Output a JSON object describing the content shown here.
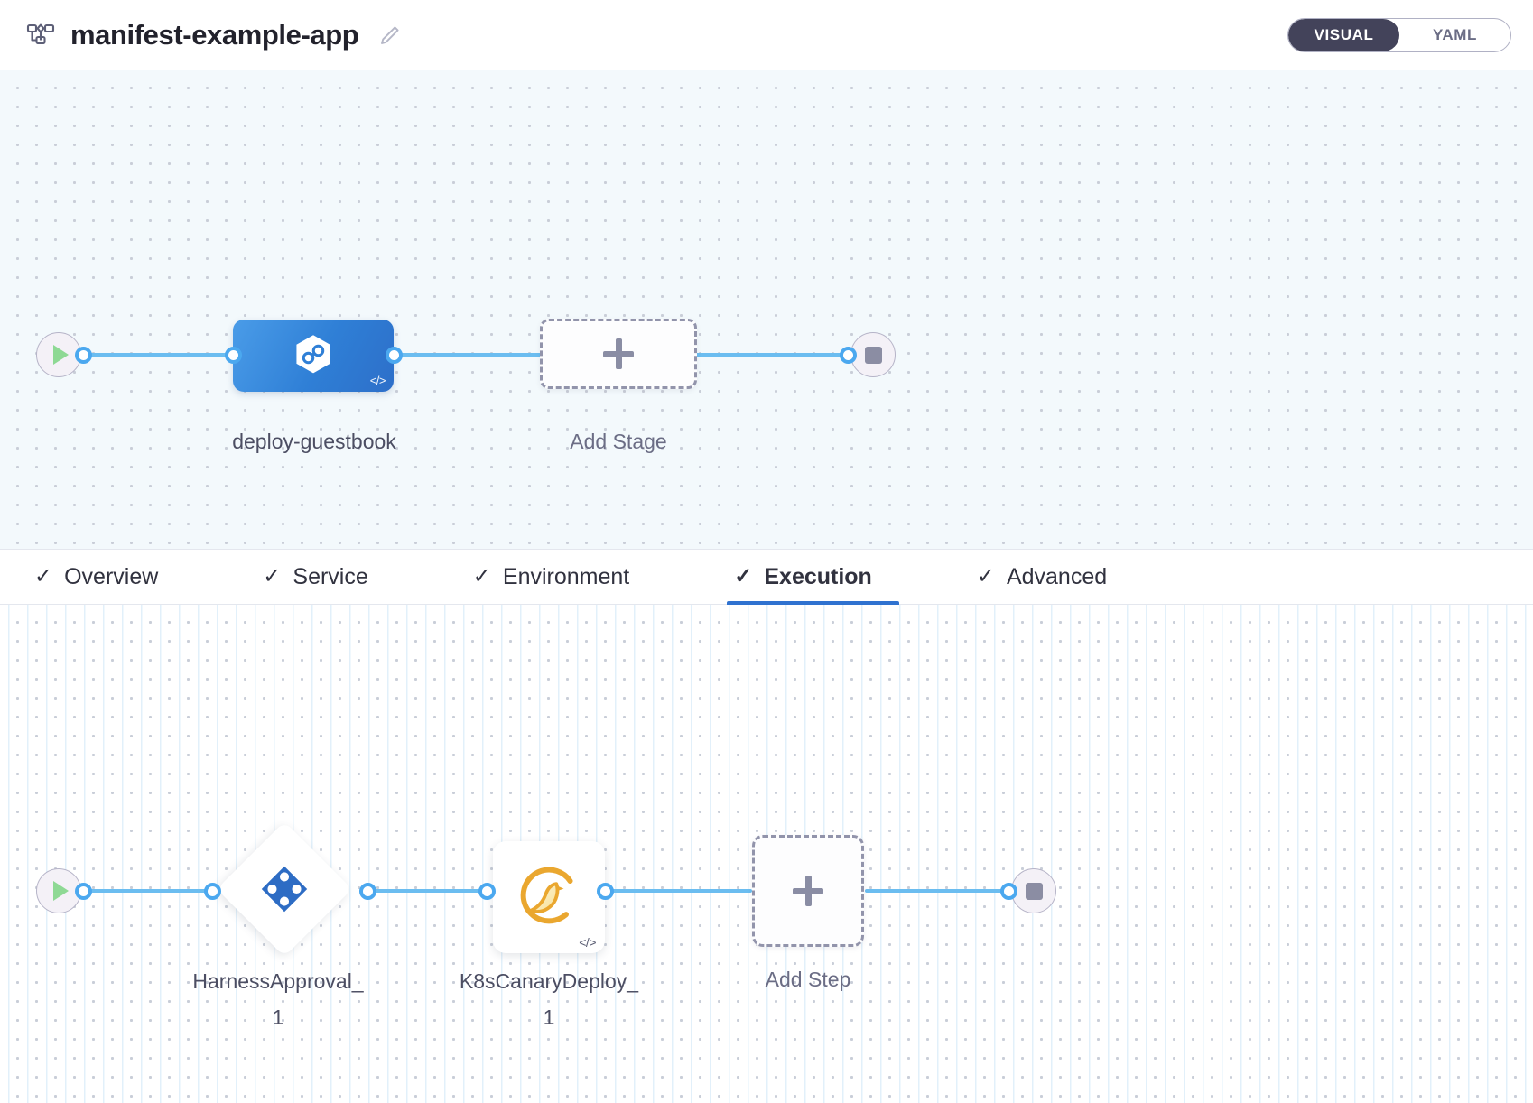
{
  "header": {
    "pipeline_icon": "pipeline-hierarchy-icon",
    "title": "manifest-example-app",
    "edit_icon": "edit-pencil-icon",
    "mode_toggle": {
      "options": [
        {
          "label": "VISUAL",
          "active": true
        },
        {
          "label": "YAML",
          "active": false
        }
      ],
      "active_bg": "#43435a"
    }
  },
  "stage_canvas": {
    "start_node": {
      "name": "pipeline-start",
      "icon": "play-icon"
    },
    "stage": {
      "name": "deploy-guestbook",
      "label": "deploy-guestbook",
      "icon": "harness-cd-hexagon-icon",
      "code_badge": "</>",
      "color": "#2f7fd6"
    },
    "add_stage": {
      "label": "Add Stage",
      "icon": "plus-icon"
    },
    "end_node": {
      "name": "pipeline-end",
      "icon": "stop-icon"
    }
  },
  "tabs": [
    {
      "label": "Overview",
      "checked": true,
      "active": false
    },
    {
      "label": "Service",
      "checked": true,
      "active": false
    },
    {
      "label": "Environment",
      "checked": true,
      "active": false
    },
    {
      "label": "Execution",
      "checked": true,
      "active": true
    },
    {
      "label": "Advanced",
      "checked": true,
      "active": false
    }
  ],
  "execution_canvas": {
    "start_node": {
      "name": "execution-start",
      "icon": "play-icon"
    },
    "steps": [
      {
        "name": "HarnessApproval_1",
        "label": "HarnessApproval_1",
        "icon": "harness-approval-icon",
        "shape": "diamond",
        "code_badge": ""
      },
      {
        "name": "K8sCanaryDeploy_1",
        "label": "K8sCanaryDeploy_1",
        "icon": "canary-bird-icon",
        "shape": "square",
        "code_badge": "</>"
      }
    ],
    "add_step": {
      "label": "Add Step",
      "icon": "plus-icon"
    },
    "end_node": {
      "name": "execution-end",
      "icon": "stop-icon"
    }
  },
  "colors": {
    "edge": "#6bbdf0",
    "port_ring": "#4ba8ef",
    "tab_active_underline": "#2f72d0",
    "canary_icon": "#eaa72f",
    "harness_blue": "#2d6cc4"
  }
}
